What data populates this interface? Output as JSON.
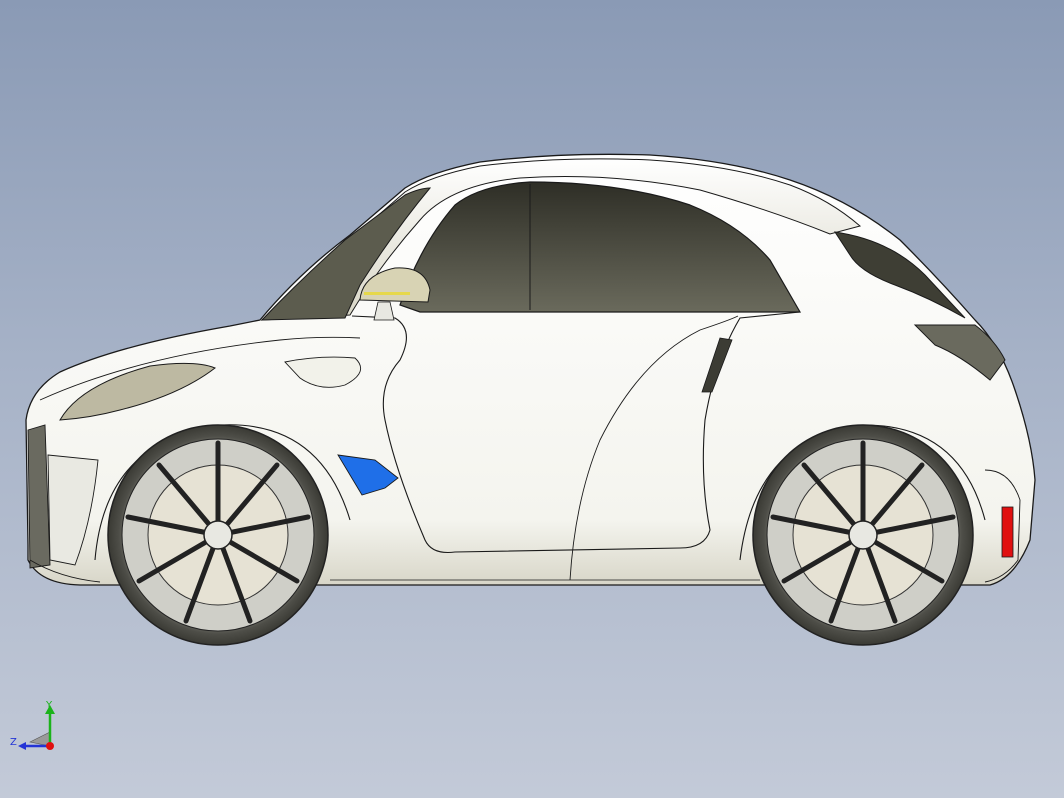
{
  "viewport": {
    "model": "car-side-view",
    "colors": {
      "background_top": "#8a9ab5",
      "background_bottom": "#c3cad8",
      "body": "#ffffff",
      "glass": "#4a4a3e",
      "roof_shade": "#c9c6b4",
      "outline": "#1a1a1a",
      "tire": "#5a5a55",
      "rim": "#d9d9d4",
      "accent_vent": "#1f6fe8",
      "tail_light": "#e01010",
      "mirror_lamp": "#e6d84a"
    }
  },
  "triad": {
    "y_label": "Y",
    "z_label": "Z",
    "colors": {
      "y": "#1bb31b",
      "z": "#2434d6",
      "x": "#e01010"
    }
  }
}
